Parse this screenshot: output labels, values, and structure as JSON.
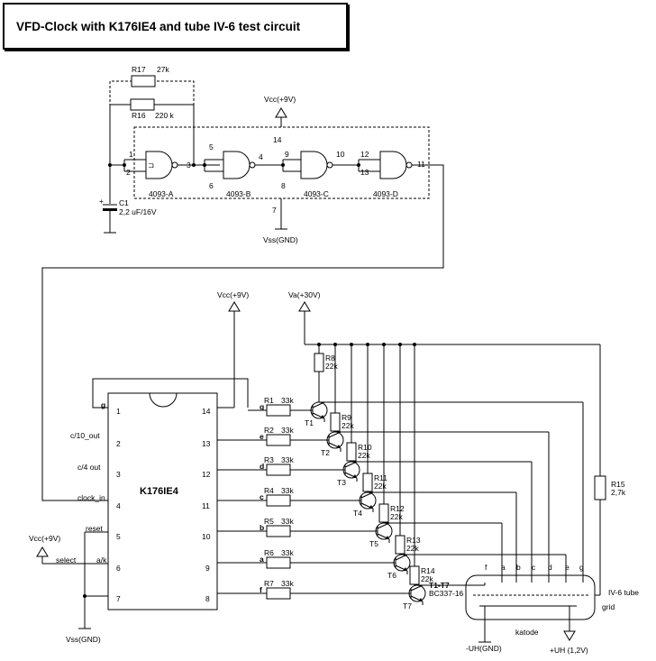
{
  "title": "VFD-Clock with K176IE4 and tube IV-6 test circuit",
  "oscillator": {
    "r17": {
      "name": "R17",
      "value": "27k"
    },
    "r16": {
      "name": "R16",
      "value": "220 k"
    },
    "c1": {
      "name": "C1",
      "value": "2,2 uF/16V",
      "polarity": "+"
    },
    "vcc": "Vcc(+9V)",
    "vss": "Vss(GND)",
    "pin_vcc": "14",
    "pin_vss": "7",
    "gates": [
      {
        "label": "4093-A",
        "in1": "1",
        "in2": "2",
        "out": "3"
      },
      {
        "label": "4093-B",
        "in1": "5",
        "in2": "6",
        "out": "4"
      },
      {
        "label": "4093-C",
        "in1": "9",
        "in2": "8",
        "out": "10"
      },
      {
        "label": "4093-D",
        "in1": "12",
        "in2": "13",
        "out": "11"
      }
    ]
  },
  "ic": {
    "name": "K176IE4",
    "left_pins": [
      {
        "num": "1",
        "signal": "g"
      },
      {
        "num": "2",
        "signal": "c/10_out"
      },
      {
        "num": "3",
        "signal": "c/4 out"
      },
      {
        "num": "4",
        "signal": "clock_in"
      },
      {
        "num": "5",
        "signal": "reset"
      },
      {
        "num": "6",
        "signal": "a/k"
      },
      {
        "num": "7",
        "signal": ""
      }
    ],
    "right_pins": [
      {
        "num": "14",
        "signal": "g"
      },
      {
        "num": "13",
        "signal": "e"
      },
      {
        "num": "12",
        "signal": "d"
      },
      {
        "num": "11",
        "signal": "c"
      },
      {
        "num": "10",
        "signal": "b"
      },
      {
        "num": "9",
        "signal": "a"
      },
      {
        "num": "8",
        "signal": "f"
      }
    ],
    "vcc": "Vcc(+9V)",
    "va": "Va(+30V)",
    "vcc_select": "Vcc(+9V)",
    "select": "select",
    "vss": "Vss(GND)"
  },
  "resistors": [
    {
      "name": "R1",
      "value": "33k"
    },
    {
      "name": "R2",
      "value": "33k"
    },
    {
      "name": "R3",
      "value": "33k"
    },
    {
      "name": "R4",
      "value": "33k"
    },
    {
      "name": "R5",
      "value": "33k"
    },
    {
      "name": "R6",
      "value": "33k"
    },
    {
      "name": "R7",
      "value": "33k"
    }
  ],
  "pullups": [
    {
      "name": "R8",
      "value": "22k"
    },
    {
      "name": "R9",
      "value": "22k"
    },
    {
      "name": "R10",
      "value": "22k"
    },
    {
      "name": "R11",
      "value": "22k"
    },
    {
      "name": "R12",
      "value": "22k"
    },
    {
      "name": "R13",
      "value": "22k"
    },
    {
      "name": "R14",
      "value": "22k"
    }
  ],
  "r15": {
    "name": "R15",
    "value": "2,7k"
  },
  "transistors": [
    "T1",
    "T2",
    "T3",
    "T4",
    "T5",
    "T6",
    "T7"
  ],
  "transistor_type": {
    "range": "T1-T7",
    "model": "BC337-16"
  },
  "tube": {
    "name": "IV-6 tube",
    "grid": "grid",
    "katode": "katode",
    "neg": "-UH(GND)",
    "pos": "+UH (1,2V)",
    "segments": [
      "f",
      "a",
      "b",
      "c",
      "d",
      "e",
      "g"
    ]
  }
}
